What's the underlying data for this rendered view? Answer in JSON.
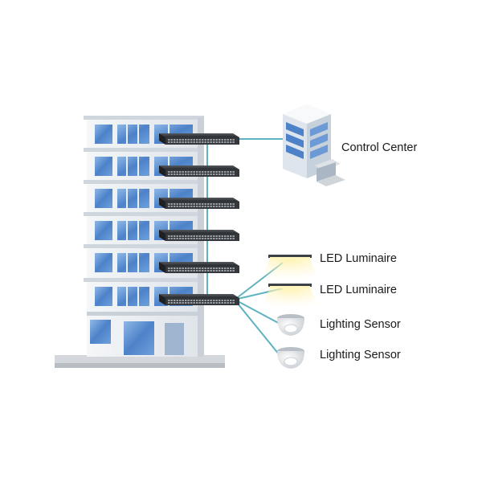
{
  "labels": {
    "control_center": "Control Center",
    "led_luminaire_1": "LED Luminaire",
    "led_luminaire_2": "LED Luminaire",
    "lighting_sensor_1": "Lighting Sensor",
    "lighting_sensor_2": "Lighting Sensor"
  },
  "colors": {
    "cable": "#5fb3c0",
    "building_frame": "#eef1f4",
    "window": "#5b8fd0",
    "switch_body": "#2e3033"
  }
}
